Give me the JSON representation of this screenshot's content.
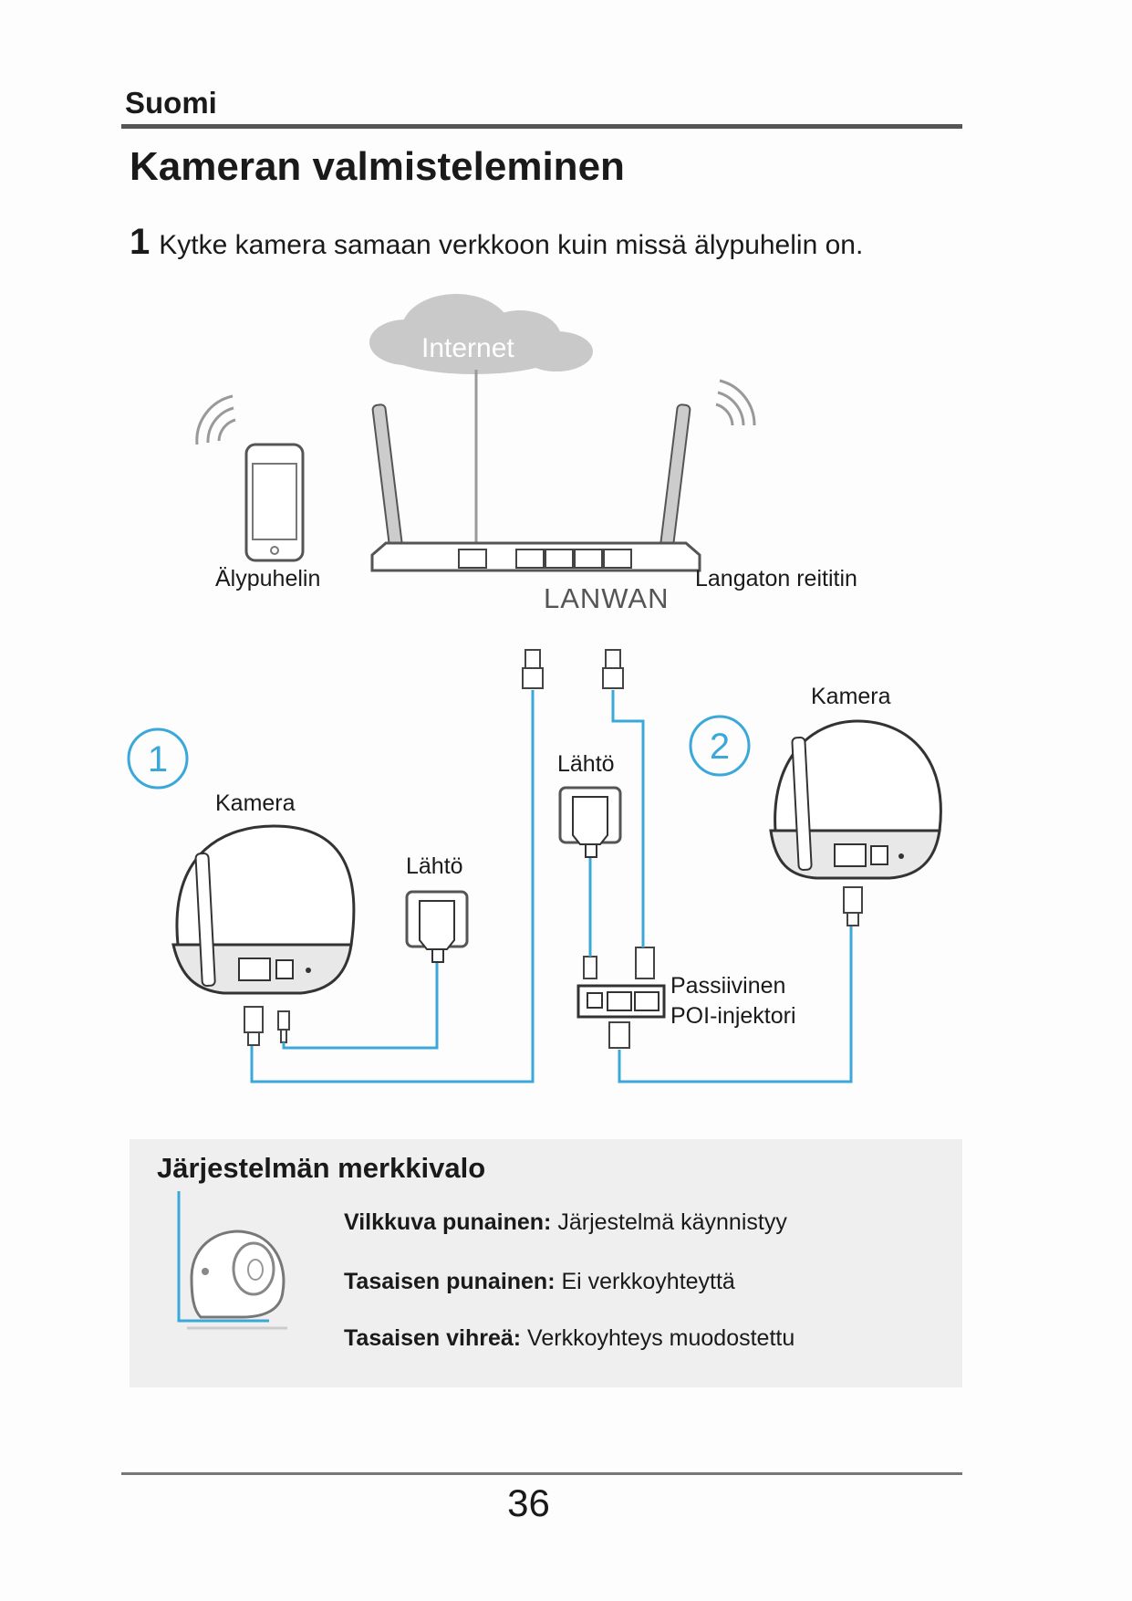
{
  "header": {
    "language": "Suomi"
  },
  "page": {
    "title": "Kameran valmisteleminen",
    "step": {
      "number": "1",
      "text": "Kytke kamera samaan verkkoon kuin missä älypuhelin on."
    },
    "page_number": "36"
  },
  "diagram": {
    "internet": "Internet",
    "smartphone": "Älypuhelin",
    "router": "Langaton reititin",
    "lanwan": "LANWAN",
    "option1_marker": "①",
    "option2_marker": "②",
    "camera1": "Kamera",
    "camera2": "Kamera",
    "outlet1": "Lähtö",
    "outlet2": "Lähtö",
    "injector_line1": "Passiivinen",
    "injector_line2": "POI-injektori",
    "accent_color": "#3aa8d8"
  },
  "status_light": {
    "title": "Järjestelmän merkkivalo",
    "items": [
      {
        "label": "Vilkkuva punainen:",
        "desc": " Järjestelmä käynnistyy"
      },
      {
        "label": "Tasaisen punainen:",
        "desc": " Ei verkkoyhteyttä"
      },
      {
        "label": "Tasaisen vihreä:",
        "desc": " Verkkoyhteys muodostettu"
      }
    ]
  }
}
